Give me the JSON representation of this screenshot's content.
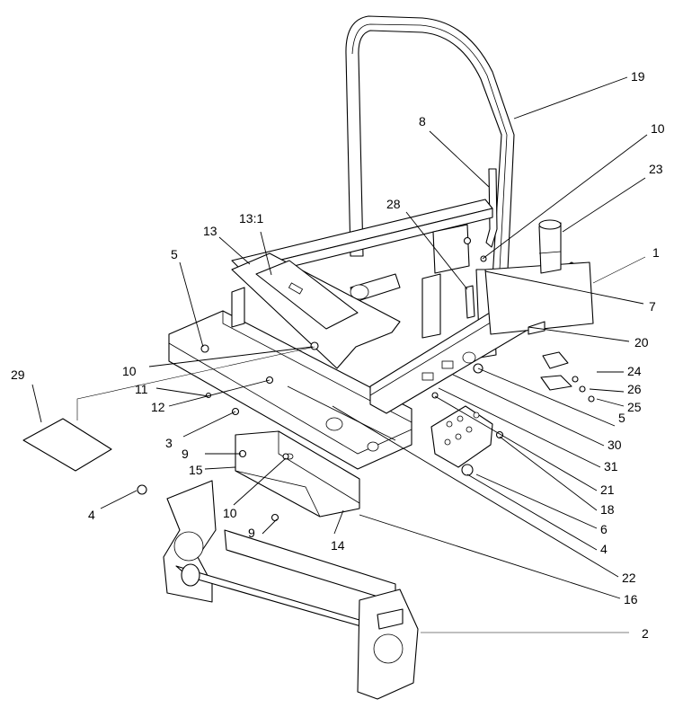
{
  "callouts": [
    {
      "label": "19"
    },
    {
      "label": "8"
    },
    {
      "label": "10"
    },
    {
      "label": "23"
    },
    {
      "label": "28"
    },
    {
      "label": "13"
    },
    {
      "label": "13:1"
    },
    {
      "label": "5"
    },
    {
      "label": "1"
    },
    {
      "label": "7"
    },
    {
      "label": "20"
    },
    {
      "label": "29"
    },
    {
      "label": "24"
    },
    {
      "label": "10"
    },
    {
      "label": "26"
    },
    {
      "label": "11"
    },
    {
      "label": "25"
    },
    {
      "label": "12"
    },
    {
      "label": "5"
    },
    {
      "label": "3"
    },
    {
      "label": "30"
    },
    {
      "label": "9"
    },
    {
      "label": "31"
    },
    {
      "label": "15"
    },
    {
      "label": "21"
    },
    {
      "label": "10"
    },
    {
      "label": "18"
    },
    {
      "label": "4"
    },
    {
      "label": "6"
    },
    {
      "label": "9"
    },
    {
      "label": "14"
    },
    {
      "label": "4"
    },
    {
      "label": "22"
    },
    {
      "label": "16"
    },
    {
      "label": "2"
    }
  ]
}
